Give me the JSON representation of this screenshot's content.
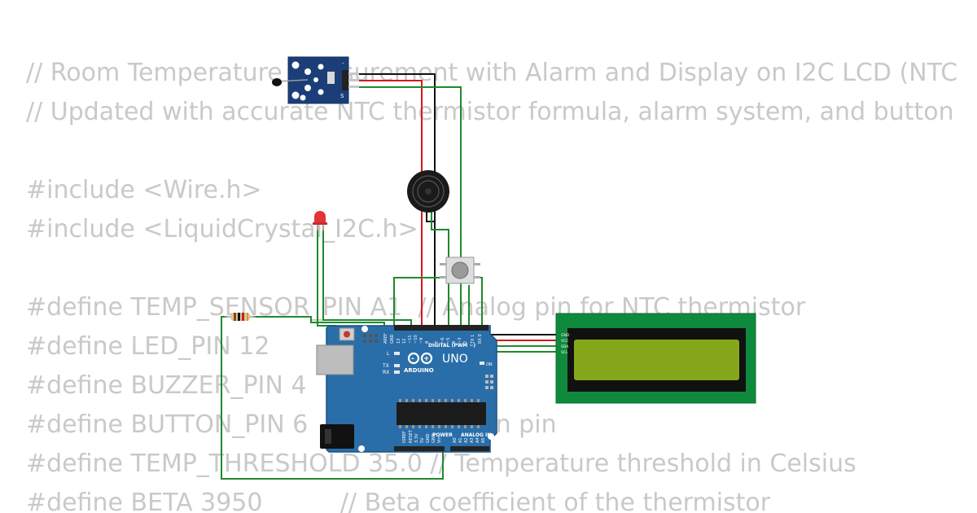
{
  "code_lines": [
    "// Room Temperature Measurement with Alarm and Display on I2C LCD (NTC",
    "// Updated with accurate NTC thermistor formula, alarm system, and button",
    "",
    "#include <Wire.h>",
    "#include <LiquidCrystal_I2C.h>",
    "",
    "#define TEMP_SENSOR_PIN A1  // Analog pin for NTC thermistor",
    "#define LED_PIN 12",
    "#define BUZZER_PIN 4                    n",
    "#define BUTTON_PIN 6                     ton pin",
    "#define TEMP_THRESHOLD 35.0 // Temperature threshold in Celsius",
    "#define BETA 3950          // Beta coefficient of the thermistor"
  ],
  "circuit": {
    "arduino": {
      "brand": "ARDUINO",
      "model": "UNO",
      "digital_header_label": "DIGITAL (PWM ~)",
      "power_label": "POWER",
      "analog_label": "ANALOG IN",
      "digital_pins": [
        "AREF",
        "GND",
        "13",
        "12",
        "~11",
        "~10",
        "~9",
        "8",
        "7",
        "~6",
        "~5",
        "4",
        "~3",
        "2",
        "TX 1",
        "RX 0"
      ],
      "power_pins": [
        "IOREF",
        "RESET",
        "3.3V",
        "5V",
        "GND",
        "GND",
        "Vin"
      ],
      "analog_pins": [
        "A0",
        "A1",
        "A2",
        "A3",
        "A4",
        "A5"
      ],
      "led_labels": [
        "L",
        "TX",
        "RX"
      ],
      "on_label": "ON"
    },
    "sensor_module": {
      "pin_label": "S",
      "minus_label": "-"
    },
    "lcd": {
      "pins": [
        "GND",
        "VCC",
        "SDA",
        "SCL"
      ]
    },
    "colors": {
      "board": "#2a6ea9",
      "wire_green": "#1f8a2b",
      "wire_red": "#d41818",
      "wire_black": "#111111",
      "lcd_pcb": "#0f8a3c",
      "lcd_screen": "#86a719",
      "led": "#e23535",
      "sensor_pcb": "#1c3e78"
    }
  }
}
